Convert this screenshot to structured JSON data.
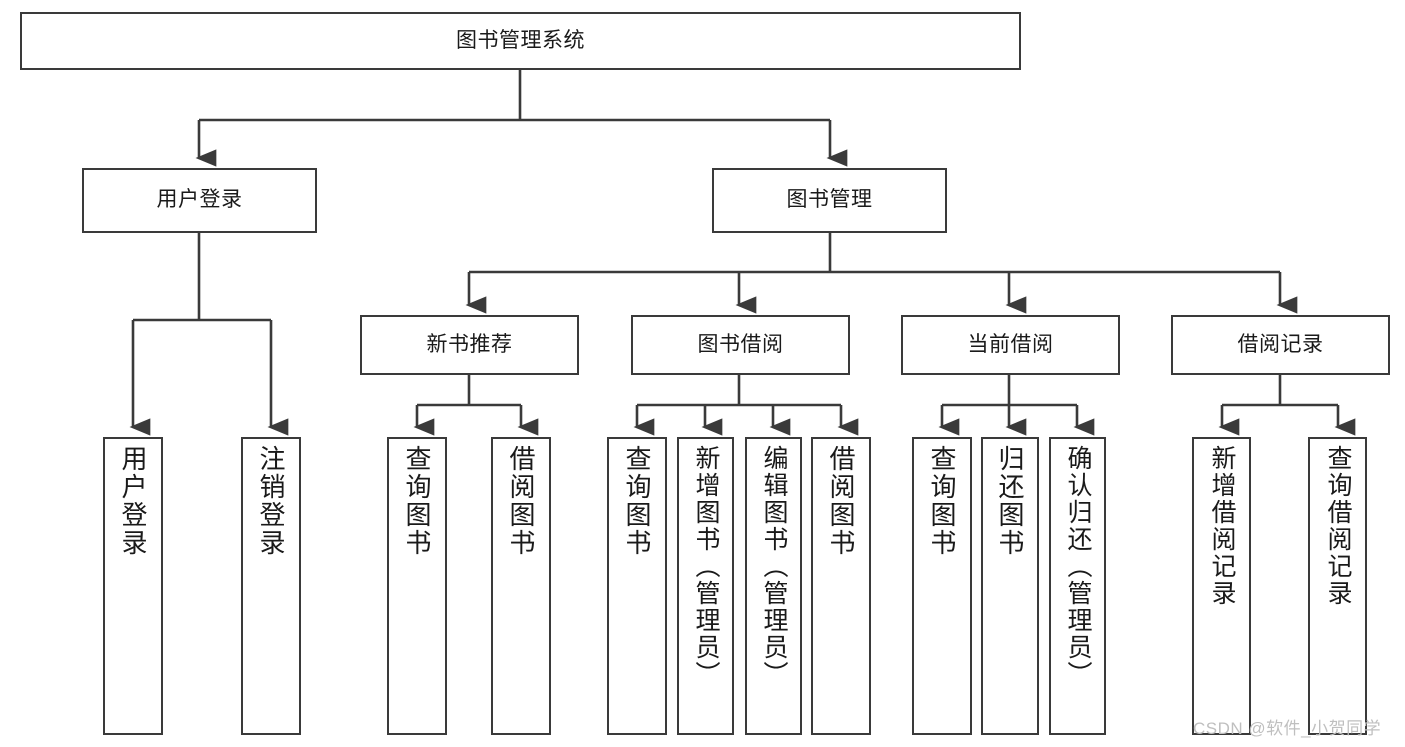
{
  "diagram": {
    "title": "图书管理系统",
    "type": "tree-hierarchy-diagram",
    "colors": {
      "box_border": "#3a3a3a",
      "box_fill": "#ffffff",
      "connector": "#3a3a3a",
      "text": "#1a1a1a",
      "watermark": "#bfbfbf",
      "background": "#ffffff"
    },
    "root": {
      "label": "图书管理系统"
    },
    "level2": [
      {
        "label": "用户登录"
      },
      {
        "label": "图书管理"
      }
    ],
    "level3": [
      {
        "label": "新书推荐"
      },
      {
        "label": "图书借阅"
      },
      {
        "label": "当前借阅"
      },
      {
        "label": "借阅记录"
      }
    ],
    "leaves": {
      "user_login": [
        {
          "label": "用户登录"
        },
        {
          "label": "注销登录"
        }
      ],
      "new_book_recommend": [
        {
          "label": "查询图书"
        },
        {
          "label": "借阅图书"
        }
      ],
      "book_borrow": [
        {
          "label": "查询图书"
        },
        {
          "label": "新增图书（管理员）"
        },
        {
          "label": "编辑图书（管理员）"
        },
        {
          "label": "借阅图书"
        }
      ],
      "current_borrow": [
        {
          "label": "查询图书"
        },
        {
          "label": "归还图书"
        },
        {
          "label": "确认归还（管理员）"
        }
      ],
      "borrow_record": [
        {
          "label": "新增借阅记录"
        },
        {
          "label": "查询借阅记录"
        }
      ]
    }
  },
  "watermark": {
    "text": "CSDN @软件_小贺同学"
  }
}
